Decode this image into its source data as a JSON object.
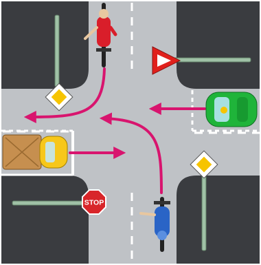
{
  "colors": {
    "background": "#ffffff",
    "sidewalk": "#3a3c40",
    "road": "#bfc2c6",
    "lane_marking": "#ffffff",
    "arrow": "#d8146e",
    "pole": "#9fc1a6",
    "priority_sign_fill": "#f6c400",
    "priority_sign_border": "#ffffff",
    "yield_sign_border": "#e0201c",
    "stop_sign_fill": "#d8262a",
    "green_car": "#1fb43a",
    "yellow_car": "#f7c71a",
    "cargo_box": "#c68f4f",
    "red_cyclist": "#d91e2a",
    "blue_cyclist": "#2a64c6"
  },
  "signs": {
    "stop_label": "STOP",
    "priority_top_left": "priority-road-sign",
    "priority_bottom_right": "priority-road-sign",
    "yield_top_right": "yield-sign"
  },
  "icons": {
    "red_cyclist": "bicycle-rider-icon",
    "blue_cyclist": "bicycle-rider-icon",
    "green_car": "car-icon",
    "yellow_truck": "delivery-truck-icon"
  }
}
